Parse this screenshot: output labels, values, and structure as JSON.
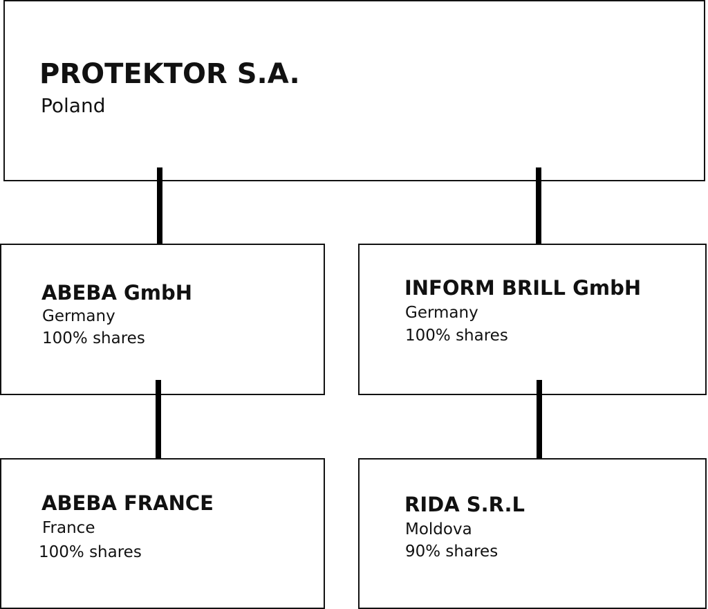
{
  "root": {
    "name": "PROTEKTOR S.A.",
    "country": "Poland"
  },
  "subsidiaries": [
    {
      "name": "ABEBA GmbH",
      "country": "Germany",
      "shares": "100% shares"
    },
    {
      "name": "INFORM BRILL GmbH",
      "country": "Germany",
      "shares": "100% shares"
    }
  ],
  "sub_subsidiaries": [
    {
      "name": "ABEBA FRANCE",
      "country": "France",
      "shares": "100% shares"
    },
    {
      "name": "RIDA S.R.L",
      "country": "Moldova",
      "shares": "90% shares"
    }
  ]
}
